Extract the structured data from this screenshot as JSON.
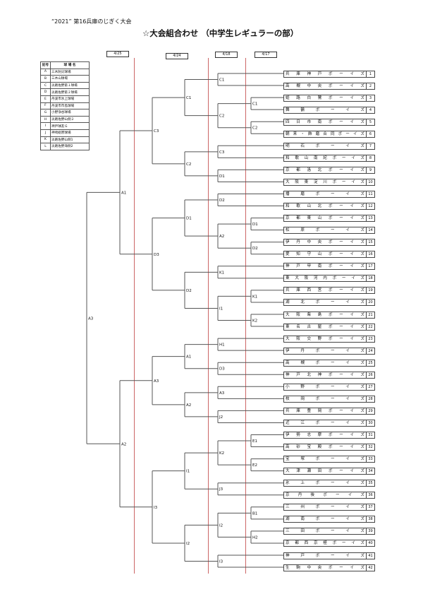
{
  "header": {
    "subtitle": "“2021” 第16兵庫のじぎく大会",
    "title": "☆大会組合わせ （中学生レギュラーの部）"
  },
  "dates": [
    "4/25",
    "4/24",
    "4/18",
    "4/17"
  ],
  "legend": {
    "headers": [
      "記号",
      "球 場 名"
    ],
    "rows": [
      [
        "A",
        "三木防災球場"
      ],
      [
        "B",
        "三木山球場"
      ],
      [
        "C",
        "淡路佐野第１球場"
      ],
      [
        "D",
        "淡路佐野第２球場"
      ],
      [
        "E",
        "丹波市氷上球場"
      ],
      [
        "F",
        "丹波市市島球場"
      ],
      [
        "G",
        "小野浄谷球場"
      ],
      [
        "H",
        "淡路佐野山側２"
      ],
      [
        "I",
        "神戸球友Ｇ"
      ],
      [
        "J",
        "神崎総原球場"
      ],
      [
        "K",
        "淡路佐野山側1"
      ],
      [
        "L",
        "淡路佐野海側2"
      ]
    ]
  },
  "teams": [
    {
      "no": "1",
      "name": "兵庫神戸ボーイズ"
    },
    {
      "no": "2",
      "name": "高槻中央ボーイズ"
    },
    {
      "no": "3",
      "name": "姫路白鷺ボーイズ"
    },
    {
      "no": "4",
      "name": "舞鶴ボーイズ"
    },
    {
      "no": "5",
      "name": "四日市南ボーイズ"
    },
    {
      "no": "6",
      "name": "朝来・飾磨合同ボーイズ"
    },
    {
      "no": "7",
      "name": "明石ボーイズ"
    },
    {
      "no": "8",
      "name": "和歌山南紀ボーイズ"
    },
    {
      "no": "9",
      "name": "京都洛北ボーイズ"
    },
    {
      "no": "10",
      "name": "大阪東淀川ボーイズ"
    },
    {
      "no": "11",
      "name": "播磨ボーイズ"
    },
    {
      "no": "12",
      "name": "和歌山北ボーイズ"
    },
    {
      "no": "13",
      "name": "京都東山ボーイズ"
    },
    {
      "no": "14",
      "name": "松原ボーイズ"
    },
    {
      "no": "15",
      "name": "伊丹中央ボーイズ"
    },
    {
      "no": "16",
      "name": "愛知守山ボーイズ"
    },
    {
      "no": "17",
      "name": "神戸甲南ボーイズ"
    },
    {
      "no": "18",
      "name": "東大阪河内ボーイズ"
    },
    {
      "no": "19",
      "name": "兵庫西宮ボーイズ"
    },
    {
      "no": "20",
      "name": "湖北ボーイズ"
    },
    {
      "no": "21",
      "name": "大阪柴島ボーイズ"
    },
    {
      "no": "22",
      "name": "東名古屋ボーイズ"
    },
    {
      "no": "23",
      "name": "大阪交野ボーイズ"
    },
    {
      "no": "24",
      "name": "伊丹ボーイズ"
    },
    {
      "no": "25",
      "name": "高槻ボーイズ"
    },
    {
      "no": "26",
      "name": "神戸北神ボーイズ"
    },
    {
      "no": "27",
      "name": "小野ボーイズ"
    },
    {
      "no": "28",
      "name": "枚岡ボーイズ"
    },
    {
      "no": "29",
      "name": "兵庫豊岡ボーイズ"
    },
    {
      "no": "30",
      "name": "近江ボーイズ"
    },
    {
      "no": "31",
      "name": "伊勢志摩ボーイズ"
    },
    {
      "no": "32",
      "name": "高砂宝殿ボーイズ"
    },
    {
      "no": "33",
      "name": "宝塚ボーイズ"
    },
    {
      "no": "34",
      "name": "大津瀬田ボーイズ"
    },
    {
      "no": "35",
      "name": "氷上ボーイズ"
    },
    {
      "no": "36",
      "name": "京丹後ボーイズ"
    },
    {
      "no": "37",
      "name": "三州ボーイズ"
    },
    {
      "no": "38",
      "name": "湖南ボーイズ"
    },
    {
      "no": "39",
      "name": "三田ボーイズ"
    },
    {
      "no": "40",
      "name": "京都西京極ボーイズ"
    },
    {
      "no": "41",
      "name": "神戸ボーイズ"
    },
    {
      "no": "42",
      "name": "生駒中央ボーイズ"
    }
  ],
  "bracket": {
    "r": 6,
    "label": "A3",
    "c": [
      {
        "r": 5,
        "label": "A1",
        "c": [
          {
            "r": 4,
            "label": "C3",
            "c": [
              {
                "r": 3,
                "label": "C1",
                "c": [
                  {
                    "r": 2,
                    "label": "C1",
                    "c": [
                      1,
                      2
                    ]
                  },
                  {
                    "r": 2,
                    "label": "C2",
                    "c": [
                      {
                        "r": 1,
                        "label": "C1",
                        "c": [
                          3,
                          4
                        ]
                      },
                      {
                        "r": 1,
                        "label": "C2",
                        "c": [
                          5,
                          6
                        ]
                      }
                    ]
                  }
                ]
              },
              {
                "r": 3,
                "label": "C2",
                "c": [
                  {
                    "r": 2,
                    "label": "C3",
                    "c": [
                      7,
                      8
                    ]
                  },
                  {
                    "r": 2,
                    "label": "D1",
                    "c": [
                      9,
                      10
                    ]
                  }
                ]
              }
            ]
          },
          {
            "r": 4,
            "label": "D3",
            "c": [
              {
                "r": 3,
                "label": "D1",
                "c": [
                  {
                    "r": 2,
                    "label": "D2",
                    "c": [
                      11,
                      12
                    ]
                  },
                  {
                    "r": 2,
                    "label": "A2",
                    "c": [
                      {
                        "r": 1,
                        "label": "D1",
                        "c": [
                          13,
                          14
                        ]
                      },
                      {
                        "r": 1,
                        "label": "D2",
                        "c": [
                          15,
                          16
                        ]
                      }
                    ]
                  }
                ]
              },
              {
                "r": 3,
                "label": "D2",
                "c": [
                  {
                    "r": 2,
                    "label": "K1",
                    "c": [
                      17,
                      18
                    ]
                  },
                  {
                    "r": 2,
                    "label": "I1",
                    "c": [
                      {
                        "r": 1,
                        "label": "K1",
                        "c": [
                          19,
                          20
                        ]
                      },
                      {
                        "r": 1,
                        "label": "K2",
                        "c": [
                          21,
                          22
                        ]
                      }
                    ]
                  }
                ]
              }
            ]
          }
        ]
      },
      {
        "r": 5,
        "label": "A2",
        "c": [
          {
            "r": 4,
            "label": "A3",
            "c": [
              {
                "r": 3,
                "label": "A1",
                "c": [
                  {
                    "r": 2,
                    "label": "H1",
                    "c": [
                      23,
                      24
                    ]
                  },
                  {
                    "r": 2,
                    "label": "D3",
                    "c": [
                      25,
                      26
                    ]
                  }
                ]
              },
              {
                "r": 3,
                "label": "A2",
                "c": [
                  {
                    "r": 2,
                    "label": "A3",
                    "c": [
                      27,
                      28
                    ]
                  },
                  {
                    "r": 2,
                    "label": "J2",
                    "c": [
                      29,
                      30
                    ]
                  }
                ]
              }
            ]
          },
          {
            "r": 4,
            "label": "I3",
            "c": [
              {
                "r": 3,
                "label": "I1",
                "c": [
                  {
                    "r": 2,
                    "label": "K2",
                    "c": [
                      {
                        "r": 1,
                        "label": "E1",
                        "c": [
                          31,
                          32
                        ]
                      },
                      {
                        "r": 1,
                        "label": "E2",
                        "c": [
                          33,
                          34
                        ]
                      }
                    ]
                  },
                  {
                    "r": 2,
                    "label": "J3",
                    "c": [
                      35,
                      36
                    ]
                  }
                ]
              },
              {
                "r": 3,
                "label": "I2",
                "c": [
                  {
                    "r": 2,
                    "label": "I2",
                    "c": [
                      {
                        "r": 1,
                        "label": "B1",
                        "c": [
                          37,
                          38
                        ]
                      },
                      {
                        "r": 1,
                        "label": "H2",
                        "c": [
                          39,
                          40
                        ]
                      }
                    ]
                  },
                  {
                    "r": 2,
                    "label": "I3",
                    "c": [
                      41,
                      42
                    ]
                  }
                ]
              }
            ]
          }
        ]
      }
    ]
  },
  "colors": {
    "round_divider": "#cc6666",
    "line": "#555555"
  }
}
